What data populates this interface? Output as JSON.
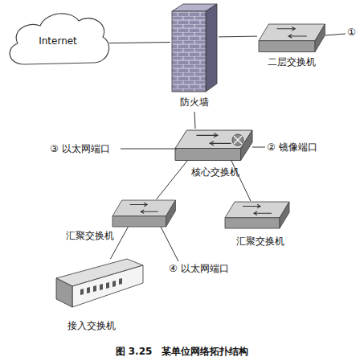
{
  "diagram": {
    "caption": "图 3.25　某单位网络拓扑结构",
    "nodes": [
      {
        "text": [
          "Internet"
        ]
      },
      {
        "text": [
          "防火墙"
        ]
      },
      {
        "text": [
          "二层交换机"
        ]
      },
      {
        "text": [
          "核心交换机"
        ]
      },
      {
        "text": [
          "汇聚交换机"
        ]
      },
      {
        "text": [
          "汇聚交换机"
        ]
      },
      {
        "text": [
          "接入交换机"
        ]
      }
    ],
    "edges": [
      {
        "from": 0,
        "to": 1,
        "arrow": "none"
      },
      {
        "from": 1,
        "to": 2,
        "arrow": "none"
      },
      {
        "from": 1,
        "to": 3,
        "arrow": "none"
      },
      {
        "from": 3,
        "to": 4,
        "arrow": "none"
      },
      {
        "from": 3,
        "to": 5,
        "arrow": "none"
      },
      {
        "from": 4,
        "to": 6,
        "arrow": "none"
      }
    ],
    "labels": [
      "①",
      "② 镜像端口",
      "③ 以太网端口",
      "④ 以太网端口"
    ]
  }
}
